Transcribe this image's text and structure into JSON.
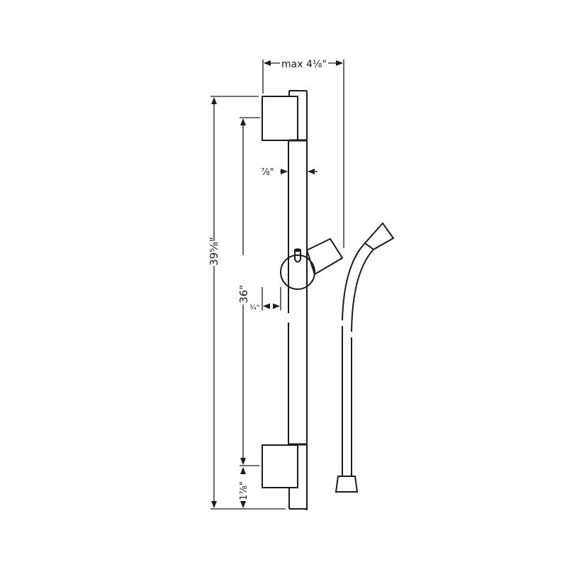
{
  "drawing": {
    "title": "Shower wall bar with slider and hose - dimension drawing",
    "stroke_color": "#1a1a1a",
    "background": "#ffffff"
  },
  "dimensions": {
    "max_width": "max 4⅛\"",
    "total_height": "39⅝\"",
    "mount_spacing": "36\"",
    "bar_diameter": "⅞\"",
    "wall_offset": "¾\"",
    "bottom_offset": "1⅞\""
  },
  "parts": [
    {
      "name": "top-wall-mount"
    },
    {
      "name": "slide-bar"
    },
    {
      "name": "slider-handle"
    },
    {
      "name": "bottom-wall-mount"
    },
    {
      "name": "shower-hose"
    }
  ]
}
